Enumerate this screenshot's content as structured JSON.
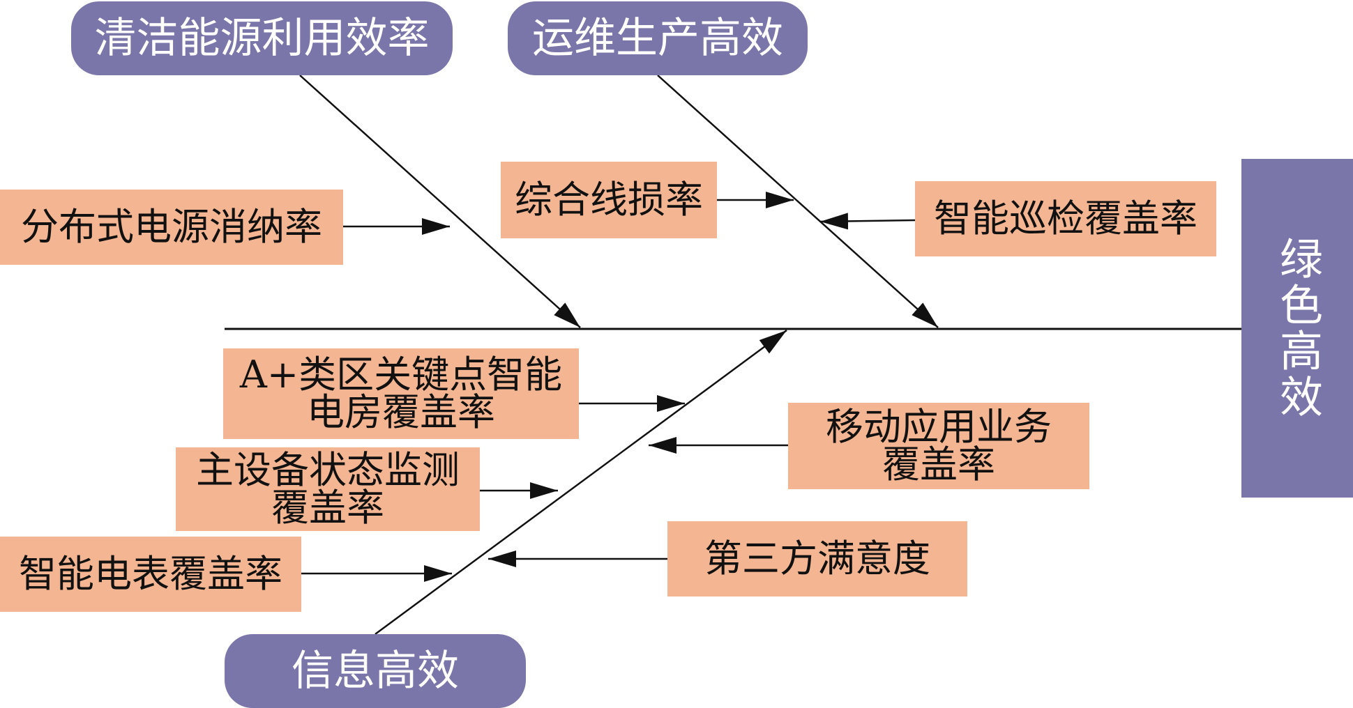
{
  "head": {
    "label": "绿色高效"
  },
  "branches": {
    "clean_energy": {
      "label": "清洁能源利用效率"
    },
    "operations": {
      "label": "运维生产高效"
    },
    "information": {
      "label": "信息高效"
    }
  },
  "factors": {
    "distributed_absorption": "分布式电源消纳率",
    "line_loss": "综合线损率",
    "smart_patrol": "智能巡检覆盖率",
    "smart_room": {
      "line1": "A+类区关键点智能",
      "line2": "电房覆盖率"
    },
    "equipment_monitoring": {
      "line1": "主设备状态监测",
      "line2": "覆盖率"
    },
    "smart_meter": "智能电表覆盖率",
    "mobile_app": {
      "line1": "移动应用业务",
      "line2": "覆盖率"
    },
    "third_party": "第三方满意度"
  },
  "colors": {
    "category_fill": "#7b76a9",
    "factor_fill": "#f3b592",
    "line": "#111111"
  }
}
